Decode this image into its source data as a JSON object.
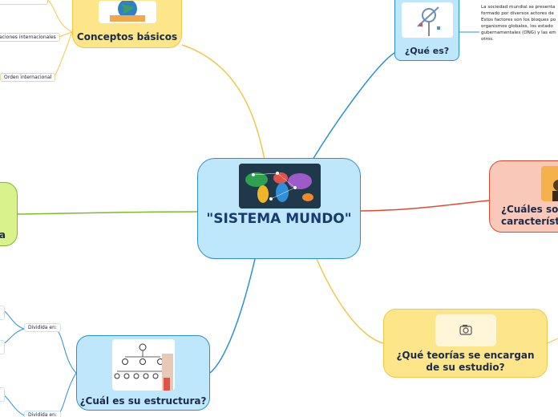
{
  "central": {
    "title": "\"SISTEMA MUNDO\""
  },
  "branches": {
    "conceptos": "Conceptos básicos",
    "que_es": "¿Qué es?",
    "cuales": "¿Cuáles son sus características?",
    "teorias": "¿Qué teorías se encargan de su estudio?",
    "estructura": "¿Cuál es su estructura?",
    "left_partial": "a"
  },
  "leaves": {
    "relaciones": "aciones internacionales",
    "orden": "Orden internacional",
    "dividida": "Dividida en:",
    "bottom_partial": "Dividida en:"
  },
  "que_es_note": "La sociedad mundial se presenta formado por diversos actores de Estos factores son los bloques po organismos globales, los estado gubernamentales (ONG) y las em otros.",
  "icons": [
    "world-map-image",
    "globe-image",
    "satellite-image",
    "camera-icon",
    "org-chart-image",
    "person-image"
  ],
  "colors": {
    "center_fill": "#bfe7fb",
    "center_border": "#2b8fd4",
    "yellow_fill": "#fde58a",
    "blue_fill": "#bfe7fb",
    "salmon_fill": "#f9c8b8",
    "green_fill": "#d9f28c",
    "line_yellow": "#f2c64a",
    "line_blue": "#2b8fd4",
    "line_red": "#e04a2f",
    "line_green": "#7dbb2a"
  }
}
